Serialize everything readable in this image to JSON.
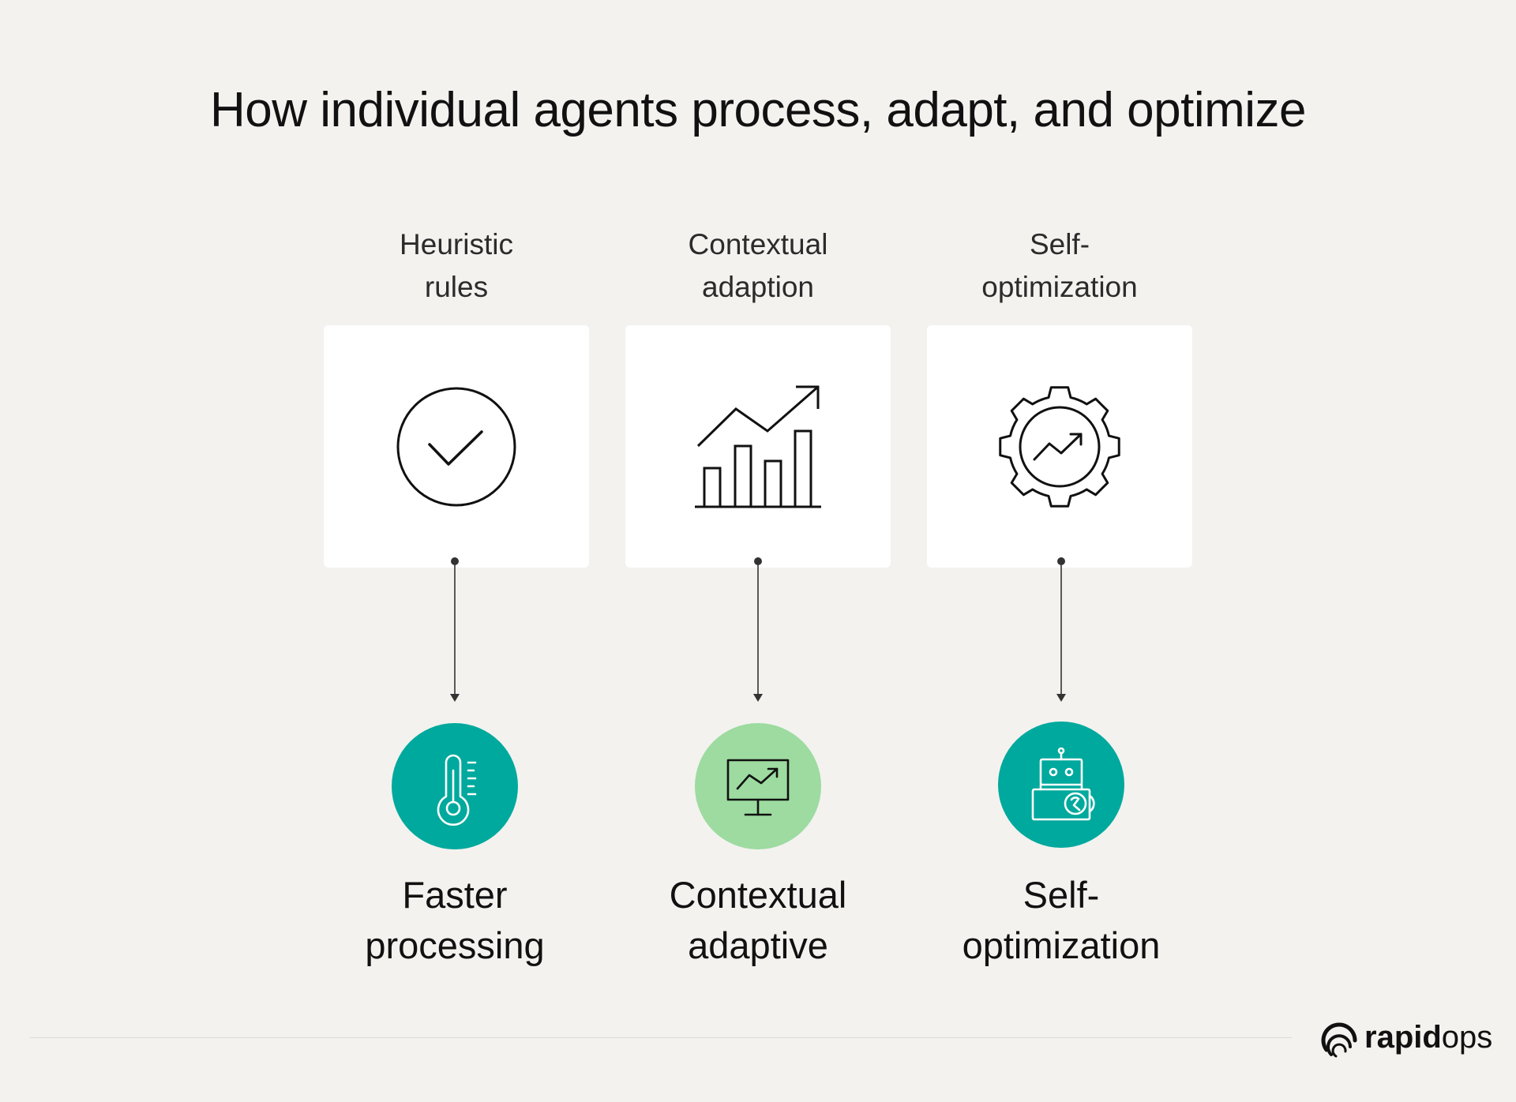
{
  "title": "How individual agents process, adapt, and optimize",
  "colors": {
    "background": "#f3f2ef",
    "card": "#ffffff",
    "teal": "#00a99d",
    "light_green": "#9ddba0",
    "line": "#333333"
  },
  "columns": [
    {
      "label_line1": "Heuristic",
      "label_line2": "rules",
      "card_icon": "check-circle-icon",
      "outcome_icon": "thermometer-icon",
      "outcome_color": "teal",
      "outcome_line1": "Faster",
      "outcome_line2": "processing"
    },
    {
      "label_line1": "Contextual",
      "label_line2": "adaption",
      "card_icon": "bar-chart-trend-icon",
      "outcome_icon": "monitor-chart-icon",
      "outcome_color": "light_green",
      "outcome_line1": "Contextual",
      "outcome_line2": "adaptive"
    },
    {
      "label_line1": "Self-",
      "label_line2": "optimization",
      "card_icon": "gear-trend-icon",
      "outcome_icon": "robot-wrench-icon",
      "outcome_color": "teal",
      "outcome_line1": "Self-",
      "outcome_line2": "optimization"
    }
  ],
  "logo": {
    "text_bold": "rapid",
    "text_light": "ops"
  }
}
